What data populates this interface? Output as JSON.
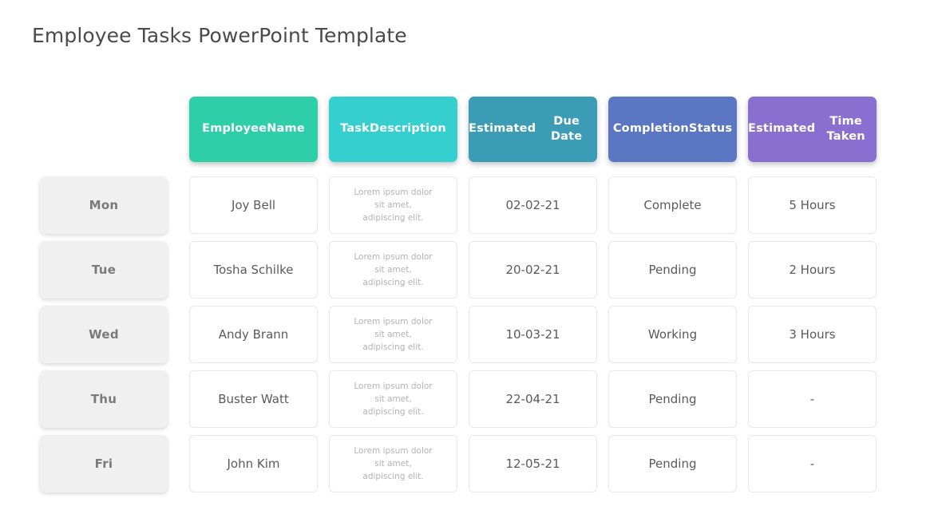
{
  "title": "Employee Tasks PowerPoint Template",
  "table": {
    "row_label_header": "",
    "columns": [
      {
        "label": "Employee\nName",
        "color": "#2ecfa8"
      },
      {
        "label": "Task\nDescription",
        "color": "#35cfcf"
      },
      {
        "label": "Estimated\nDue Date",
        "color": "#3d9cb5"
      },
      {
        "label": "Completion\nStatus",
        "color": "#5b77c4"
      },
      {
        "label": "Estimated\nTime Taken",
        "color": "#8b6fd0"
      }
    ],
    "rows": [
      {
        "day": "Mon",
        "employee_name": "Joy Bell",
        "task_description": "Lorem ipsum dolor sit amet, adipiscing elit.",
        "estimated_due_date": "02-02-21",
        "completion_status": "Complete",
        "estimated_time_taken": "5 Hours"
      },
      {
        "day": "Tue",
        "employee_name": "Tosha Schilke",
        "task_description": "Lorem ipsum dolor sit amet, adipiscing elit.",
        "estimated_due_date": "20-02-21",
        "completion_status": "Pending",
        "estimated_time_taken": "2 Hours"
      },
      {
        "day": "Wed",
        "employee_name": "Andy Brann",
        "task_description": "Lorem ipsum dolor sit amet, adipiscing elit.",
        "estimated_due_date": "10-03-21",
        "completion_status": "Working",
        "estimated_time_taken": "3 Hours"
      },
      {
        "day": "Thu",
        "employee_name": "Buster Watt",
        "task_description": "Lorem ipsum dolor sit amet, adipiscing elit.",
        "estimated_due_date": "22-04-21",
        "completion_status": "Pending",
        "estimated_time_taken": "-"
      },
      {
        "day": "Fri",
        "employee_name": "John Kim",
        "task_description": "Lorem ipsum dolor sit amet, adipiscing elit.",
        "estimated_due_date": "12-05-21",
        "completion_status": "Pending",
        "estimated_time_taken": "-"
      }
    ]
  },
  "theme": {
    "background": "#ffffff",
    "title_color": "#4a4a4a",
    "day_card_bg": "#f0f0f0",
    "day_card_text": "#7a7a7a",
    "cell_bg": "#ffffff",
    "cell_border": "#e8e8e8",
    "cell_text": "#5a5a5a",
    "lorem_text": "#b3b3b3"
  }
}
